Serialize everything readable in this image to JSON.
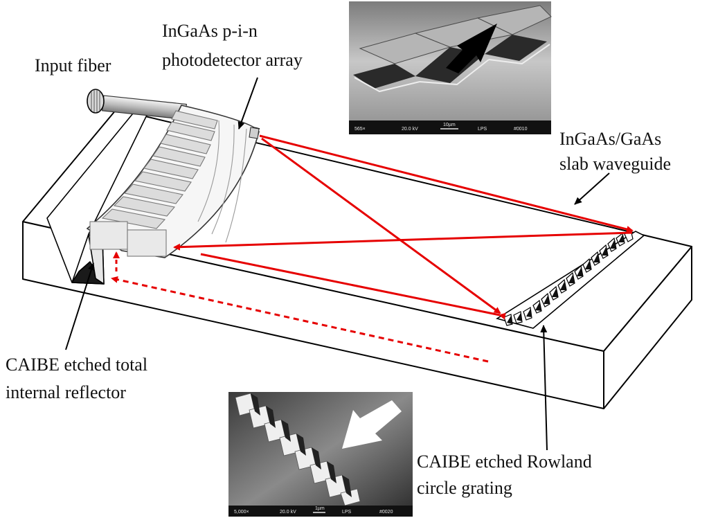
{
  "labels": {
    "input_fiber": "Input fiber",
    "photodetector_line1": "InGaAs p-i-n",
    "photodetector_line2": "photodetector array",
    "waveguide_line1": "InGaAs/GaAs",
    "waveguide_line2": "slab waveguide",
    "reflector_line1": "CAIBE etched total",
    "reflector_line2": "internal reflector",
    "grating_line1": "CAIBE etched Rowland",
    "grating_line2": "circle grating"
  },
  "sem_top": {
    "mag": "565×",
    "voltage": "20.0 kV",
    "scale": "10µm",
    "lab": "LPS",
    "frame": "#0010"
  },
  "sem_bottom": {
    "mag": "5,000×",
    "voltage": "20.0 kV",
    "scale": "1µm",
    "lab": "LPS",
    "frame": "#0020"
  },
  "colors": {
    "beam": "#e60000",
    "outline": "#000000"
  }
}
